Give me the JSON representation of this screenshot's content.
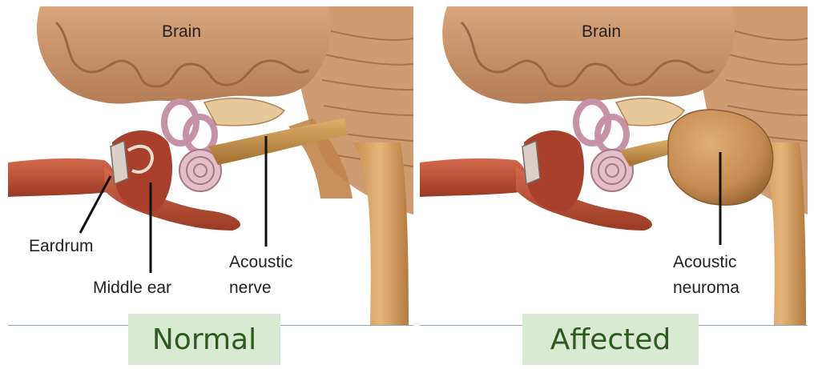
{
  "panels": {
    "normal": {
      "caption": "Normal",
      "labels": {
        "brain": "Brain",
        "eardrum": "Eardrum",
        "middle_ear": "Middle ear",
        "nerve_line1": "Acoustic",
        "nerve_line2": "nerve"
      }
    },
    "affected": {
      "caption": "Affected",
      "labels": {
        "brain": "Brain",
        "neuroma_line1": "Acoustic",
        "neuroma_line2": "neuroma"
      }
    }
  },
  "colors": {
    "caption_bg": "#d9ead3",
    "caption_text": "#2c5a1f",
    "brain": "#c9946a",
    "canal": "#b24a32",
    "nerve": "#b8843e",
    "tumor": "#c48a52"
  }
}
